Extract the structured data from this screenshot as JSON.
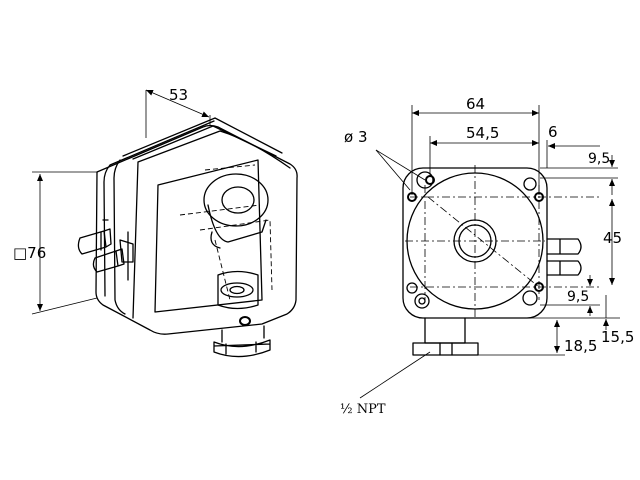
{
  "isometric_view": {
    "dim_depth": "53",
    "dim_height": "□76"
  },
  "front_view": {
    "dim_hole_spacing_outer": "64",
    "dim_hole_spacing_inner": "54,5",
    "dim_offset": "6",
    "dim_hole_diameter": "ø 3",
    "dim_top_offset": "9,5",
    "dim_vertical_45": "45",
    "dim_bottom_offset": "9,5",
    "dim_fitting_15": "15,5",
    "dim_fitting_18": "18,5",
    "thread_label": "½ NPT"
  }
}
